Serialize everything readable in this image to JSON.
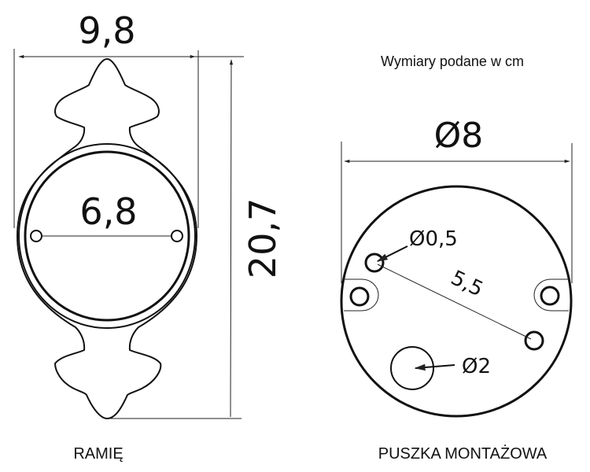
{
  "note": "Wymiary podane w cm",
  "arm": {
    "label": "RAMIĘ",
    "width_dim": "9,8",
    "inner_dim": "6,8",
    "height_dim": "20,7"
  },
  "box": {
    "label": "PUSZKA MONTAŻOWA",
    "diameter_dim": "Ø8",
    "small_hole_dim": "Ø0,5",
    "hole_spacing_dim": "5,5",
    "large_hole_dim": "Ø2"
  },
  "colors": {
    "line": "#111111",
    "background": "#ffffff"
  }
}
